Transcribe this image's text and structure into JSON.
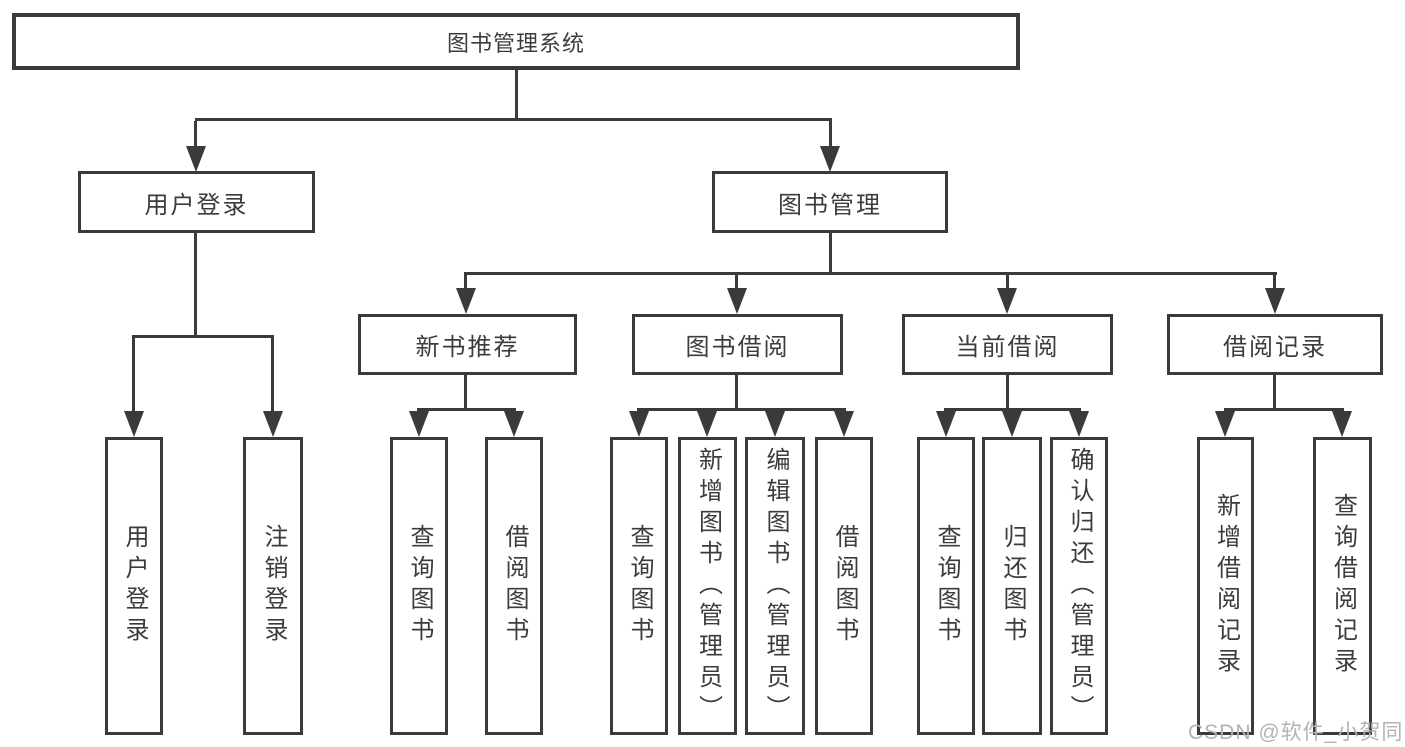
{
  "colors": {
    "line": "#3a3a3a",
    "text": "#3c3c3c",
    "watermark": "#b3b3b3",
    "background": "#ffffff"
  },
  "diagram": {
    "root": {
      "label": "图书管理系统"
    },
    "branches": [
      {
        "label": "用户登录"
      },
      {
        "label": "图书管理"
      }
    ],
    "modules": [
      {
        "label": "新书推荐",
        "parent": "图书管理"
      },
      {
        "label": "图书借阅",
        "parent": "图书管理"
      },
      {
        "label": "当前借阅",
        "parent": "图书管理"
      },
      {
        "label": "借阅记录",
        "parent": "图书管理"
      }
    ],
    "leaves": [
      {
        "label": "用户登录",
        "parent": "用户登录"
      },
      {
        "label": "注销登录",
        "parent": "用户登录"
      },
      {
        "label": "查询图书",
        "parent": "新书推荐"
      },
      {
        "label": "借阅图书",
        "parent": "新书推荐"
      },
      {
        "label": "查询图书",
        "parent": "图书借阅"
      },
      {
        "label": "新增图书（管理员）",
        "parent": "图书借阅"
      },
      {
        "label": "编辑图书（管理员）",
        "parent": "图书借阅"
      },
      {
        "label": "借阅图书",
        "parent": "图书借阅"
      },
      {
        "label": "查询图书",
        "parent": "当前借阅"
      },
      {
        "label": "归还图书",
        "parent": "当前借阅"
      },
      {
        "label": "确认归还（管理员）",
        "parent": "当前借阅"
      },
      {
        "label": "新增借阅记录",
        "parent": "借阅记录"
      },
      {
        "label": "查询借阅记录",
        "parent": "借阅记录"
      }
    ]
  },
  "watermark": {
    "text": "CSDN @软件_小贺同学"
  }
}
